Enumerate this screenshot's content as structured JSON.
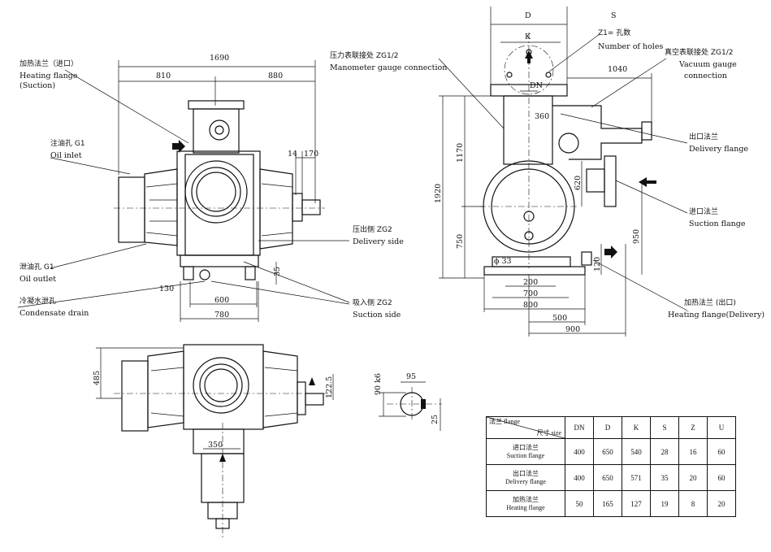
{
  "labels": {
    "heating_flange_inlet_cn": "加热法兰（进口）",
    "heating_flange_inlet_en1": "Heating flange",
    "heating_flange_inlet_en2": "(Suction)",
    "oil_inlet_cn": "注油孔 G1",
    "oil_inlet_en": "Oil inlet",
    "oil_outlet_cn": "泄油孔 G1",
    "oil_outlet_en": "Oil outlet",
    "condensate_cn": "冷凝水泄孔",
    "condensate_en": "Condensate drain",
    "delivery_side_cn": "压出侧 ZG2",
    "delivery_side_en": "Delivery side",
    "suction_side_cn": "吸入侧 ZG2",
    "suction_side_en": "Suction side",
    "manometer_cn": "压力表联接处 ZG1/2",
    "manometer_en": "Manometer gauge connection",
    "holes_cn": "Z1= 孔数",
    "holes_en": "Number of holes",
    "vacuum_cn": "真空表联接处 ZG1/2",
    "vacuum_en1": "Vacuum gauge",
    "vacuum_en2": "connection",
    "delivery_flange_cn": "出口法兰",
    "delivery_flange_en": "Delivery flange",
    "suction_flange_cn": "进口法兰",
    "suction_flange_en": "Suction flange",
    "heating_delivery_cn": "加热法兰 (出口)",
    "heating_delivery_en": "Heating flange(Delivery)"
  },
  "dimensions": {
    "d1690": "1690",
    "d810": "810",
    "d880": "880",
    "d14": "14",
    "d170": "170",
    "d130": "130",
    "d600": "600",
    "d780": "780",
    "d35": "35",
    "dD": "D",
    "dS": "S",
    "dK": "K",
    "dDN": "DN",
    "d1040": "1040",
    "d360": "360",
    "d1920": "1920",
    "d1170": "1170",
    "d750": "750",
    "d620": "620",
    "d950": "950",
    "d120": "120",
    "dphi33": "ϕ 33",
    "d200": "200",
    "d700": "700",
    "d800": "800",
    "d500": "500",
    "d900": "900",
    "d485": "485",
    "d122_5": "122.5",
    "d350": "350",
    "d95": "95",
    "d90k6": "90 k6",
    "d25": "25"
  },
  "table": {
    "corner_top": "法兰 flange",
    "corner_bottom": "尺寸 size",
    "headers": [
      "DN",
      "D",
      "K",
      "S",
      "Z",
      "U"
    ],
    "rows": [
      {
        "name_cn": "进口法兰",
        "name_en": "Suction flange",
        "values": [
          "400",
          "650",
          "540",
          "28",
          "16",
          "60"
        ]
      },
      {
        "name_cn": "出口法兰",
        "name_en": "Delivery flange",
        "values": [
          "400",
          "650",
          "571",
          "35",
          "20",
          "60"
        ]
      },
      {
        "name_cn": "加热法兰",
        "name_en": "Heating flange",
        "values": [
          "50",
          "165",
          "127",
          "19",
          "8",
          "20"
        ]
      }
    ]
  }
}
